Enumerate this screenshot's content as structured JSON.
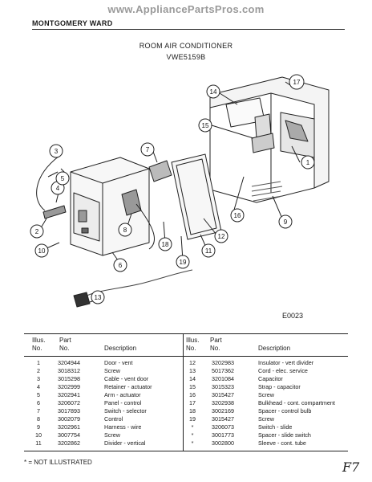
{
  "header": {
    "watermark": "www.AppliancePartsPros.com",
    "brand": "MONTGOMERY WARD",
    "title": "ROOM AIR CONDITIONER",
    "model": "VWE5159B"
  },
  "diagram": {
    "code": "E0023",
    "callouts": [
      "1",
      "2",
      "3",
      "4",
      "5",
      "6",
      "7",
      "8",
      "9",
      "10",
      "11",
      "12",
      "13",
      "14",
      "15",
      "16",
      "17",
      "18",
      "19"
    ]
  },
  "table": {
    "headers": {
      "illus": "Illus.\nNo.",
      "part": "Part\nNo.",
      "description": "Description"
    },
    "left": [
      {
        "illus": "1",
        "part": "3204944",
        "desc": "Door - vent"
      },
      {
        "illus": "2",
        "part": "3018312",
        "desc": "Screw"
      },
      {
        "illus": "3",
        "part": "3015298",
        "desc": "Cable - vent door"
      },
      {
        "illus": "4",
        "part": "3202999",
        "desc": "Retainer - actuator"
      },
      {
        "illus": "5",
        "part": "3202941",
        "desc": "Arm - actuator"
      },
      {
        "illus": "6",
        "part": "3206072",
        "desc": "Panel - control"
      },
      {
        "illus": "7",
        "part": "3017893",
        "desc": "Switch - selector"
      },
      {
        "illus": "8",
        "part": "3002079",
        "desc": "Control"
      },
      {
        "illus": "9",
        "part": "3202961",
        "desc": "Harness - wire"
      },
      {
        "illus": "10",
        "part": "3007754",
        "desc": "Screw"
      },
      {
        "illus": "11",
        "part": "3202862",
        "desc": "Divider - vertical"
      }
    ],
    "right": [
      {
        "illus": "12",
        "part": "3202983",
        "desc": "Insulator - vert divider"
      },
      {
        "illus": "13",
        "part": "5017362",
        "desc": "Cord - elec. service"
      },
      {
        "illus": "14",
        "part": "3201084",
        "desc": "Capacitor"
      },
      {
        "illus": "15",
        "part": "3015323",
        "desc": "Strap - capacitor"
      },
      {
        "illus": "16",
        "part": "3015427",
        "desc": "Screw"
      },
      {
        "illus": "17",
        "part": "3202938",
        "desc": "Bulkhead - cont. compartment"
      },
      {
        "illus": "18",
        "part": "3002169",
        "desc": "Spacer - control bulb"
      },
      {
        "illus": "19",
        "part": "3015427",
        "desc": "Screw"
      },
      {
        "illus": "*",
        "part": "3206073",
        "desc": "Switch - slide"
      },
      {
        "illus": "*",
        "part": "3001773",
        "desc": "Spacer - slide switch"
      },
      {
        "illus": "*",
        "part": "3002800",
        "desc": "Sleeve - cont. tube"
      }
    ]
  },
  "footnote": "* = NOT ILLUSTRATED",
  "scrawl": "F7"
}
